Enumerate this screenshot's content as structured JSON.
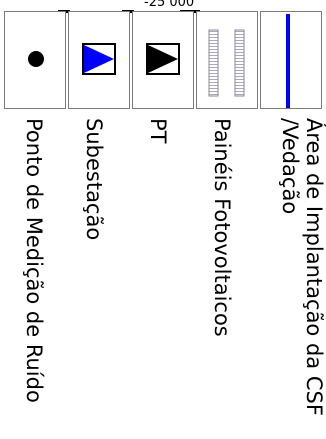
{
  "scale": {
    "label": "-25 000"
  },
  "legend": {
    "items": [
      {
        "label": "Ponto de Medição de Ruído",
        "icon": "black-dot-icon"
      },
      {
        "label": "Subestação",
        "icon": "blue-triangle-square-icon"
      },
      {
        "label": "PT",
        "icon": "black-triangle-square-icon"
      },
      {
        "label": "Painéis Fotovoltaicos",
        "icon": "pv-panels-icon"
      },
      {
        "label": "Área de Implantação da CSF /Vedação",
        "icon": "blue-line-icon"
      }
    ]
  },
  "colors": {
    "blue": "#0000ff",
    "black": "#000000",
    "border": "#7a7a7a"
  }
}
